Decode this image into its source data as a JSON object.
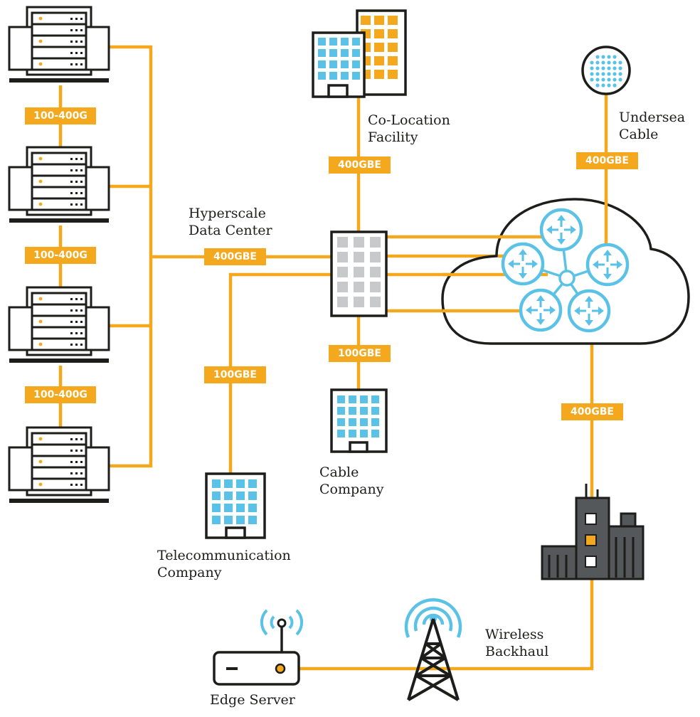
{
  "labels": {
    "hyperscale": "Hyperscale\nData Center",
    "colocation": "Co-Location\nFacility",
    "undersea": "Undersea\nCable",
    "cable_company": "Cable\nCompany",
    "telecom": "Telecommunication\nCompany",
    "wireless": "Wireless\nBackhaul",
    "edge_server": "Edge Server"
  },
  "links": {
    "rack_1_2": "100-400G",
    "rack_2_3": "100-400G",
    "rack_3_4": "100-400G",
    "hyperscale_hub": "400GBE",
    "colocation_hub": "400GBE",
    "undersea_cloud": "400GBE",
    "hub_cable": "100GBE",
    "hub_telecom": "100GBE",
    "cloud_metro": "400GBE"
  },
  "colors": {
    "link": "#f4a81d",
    "outline": "#1d1d1b",
    "window_blue": "#5bc2e7",
    "window_gray": "#c8c9cb",
    "router": "#5bc2e7",
    "metro_building": "#54585a"
  },
  "icons": [
    "server-rack-icon",
    "building-icon",
    "switch-icon",
    "cloud-icon",
    "router-icon",
    "undersea-cable-icon",
    "cell-tower-icon",
    "edge-server-icon",
    "metro-building-icon"
  ]
}
